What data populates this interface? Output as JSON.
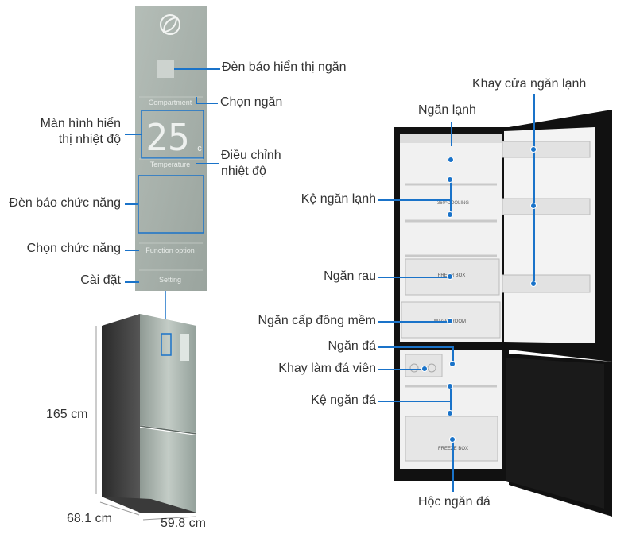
{
  "panel": {
    "display_digits": "25",
    "display_unit": "c",
    "compartment_caption": "Compartment",
    "temperature_caption": "Temperature",
    "function_caption": "Function option",
    "setting_caption": "Setting"
  },
  "fridge_prints": {
    "cooling_brand": "360°COOLING",
    "crisper_brand": "FRESH BOX",
    "soft_freeze_brand": "MAGIC ROOM",
    "freezer_brand": "FREEZE BOX"
  },
  "dimensions": {
    "height": "165 cm",
    "depth": "68.1 cm",
    "width": "59.8 cm"
  },
  "labels": {
    "indicator_display": "Đèn báo hiển thị ngăn",
    "select_compartment": "Chọn ngăn",
    "temp_display_l1": "Màn hình hiển",
    "temp_display_l2": "thị nhiệt độ",
    "temp_adjust_l1": "Điều chỉnh",
    "temp_adjust_l2": "nhiệt độ",
    "function_indicator": "Đèn báo chức năng",
    "select_function": "Chọn chức năng",
    "setting": "Cài đặt",
    "fridge_compartment": "Ngăn lạnh",
    "fridge_door_tray": "Khay cửa ngăn lạnh",
    "fridge_shelf": "Kệ ngăn lạnh",
    "vegetable_drawer": "Ngăn rau",
    "soft_freeze": "Ngăn cấp đông mềm",
    "ice_compartment": "Ngăn đá",
    "ice_tray": "Khay làm đá viên",
    "freezer_shelf": "Kệ ngăn đá",
    "freezer_drawer": "Hộc ngăn đá"
  },
  "colors": {
    "callout": "#1a73c9",
    "panel": "#a9b3ac",
    "fridge_body": "#111111",
    "glass_door": "#a7b3ad"
  },
  "icons": {
    "panel_logo": "leaf-icon"
  }
}
